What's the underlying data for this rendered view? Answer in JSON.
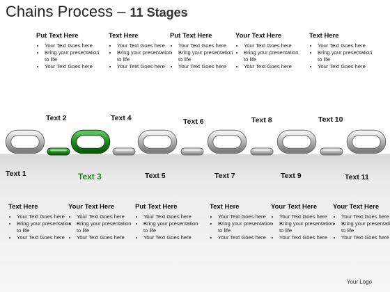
{
  "title_main": "Chains Process –",
  "title_accent": "11 Stages",
  "top_blocks": [
    {
      "heading": "Put Text Here",
      "items": [
        "Your Text Goes here",
        "Bring your presentation to life",
        "Your Text Goes here"
      ]
    },
    {
      "heading": "Text Here",
      "items": [
        "Your Text Goes here",
        "Bring your presentation to life",
        "Your Text Goes here"
      ]
    },
    {
      "heading": "Put Text Here",
      "items": [
        "Your Text Goes here",
        "Bring your presentation to life",
        "Your Text Goes here"
      ]
    },
    {
      "heading": "Your Text Here",
      "items": [
        "Your Text Goes here",
        "Bring your presentation to life",
        "Your Text Goes here"
      ]
    },
    {
      "heading": "Text Here",
      "items": [
        "Your Text Goes here",
        "Bring your presentation to life",
        "Your Text Goes here"
      ]
    }
  ],
  "bottom_blocks": [
    {
      "heading": "Text Here",
      "items": [
        "Your Text Goes here",
        "Bring your presentation to life",
        "Your Text Goes here"
      ]
    },
    {
      "heading": "Your Text Here",
      "items": [
        "Your Text Goes here",
        "Bring your presentation to life",
        "Your Text Goes here"
      ]
    },
    {
      "heading": "Put Text Here",
      "items": [
        "Your Text Goes here",
        "Bring your presentation to life",
        "Your Text Goes here"
      ]
    },
    {
      "heading": "Text Here",
      "items": [
        "Your Text Goes here",
        "Bring your presentation to life",
        "Your Text Goes here"
      ]
    },
    {
      "heading": "Your Text Here",
      "items": [
        "Your Text Goes here",
        "Bring your presentation to life",
        "Your Text Goes here"
      ]
    },
    {
      "heading": "Your Text Here",
      "items": [
        "Your Text Goes here",
        "Bring your presentation to life",
        "Your Text Goes here"
      ]
    }
  ],
  "stage_labels": [
    "Text 1",
    "Text 2",
    "Text 3",
    "Text 4",
    "Text 5",
    "Text 6",
    "Text 7",
    "Text 8",
    "Text 9",
    "Text 10",
    "Text 11"
  ],
  "highlight_stage": "Text 3",
  "colors": {
    "chain_silver": "#bdbdbd",
    "chain_highlight": "#1e8a1e",
    "band": "#e6e6e6"
  },
  "logo_text": "Your Logo"
}
